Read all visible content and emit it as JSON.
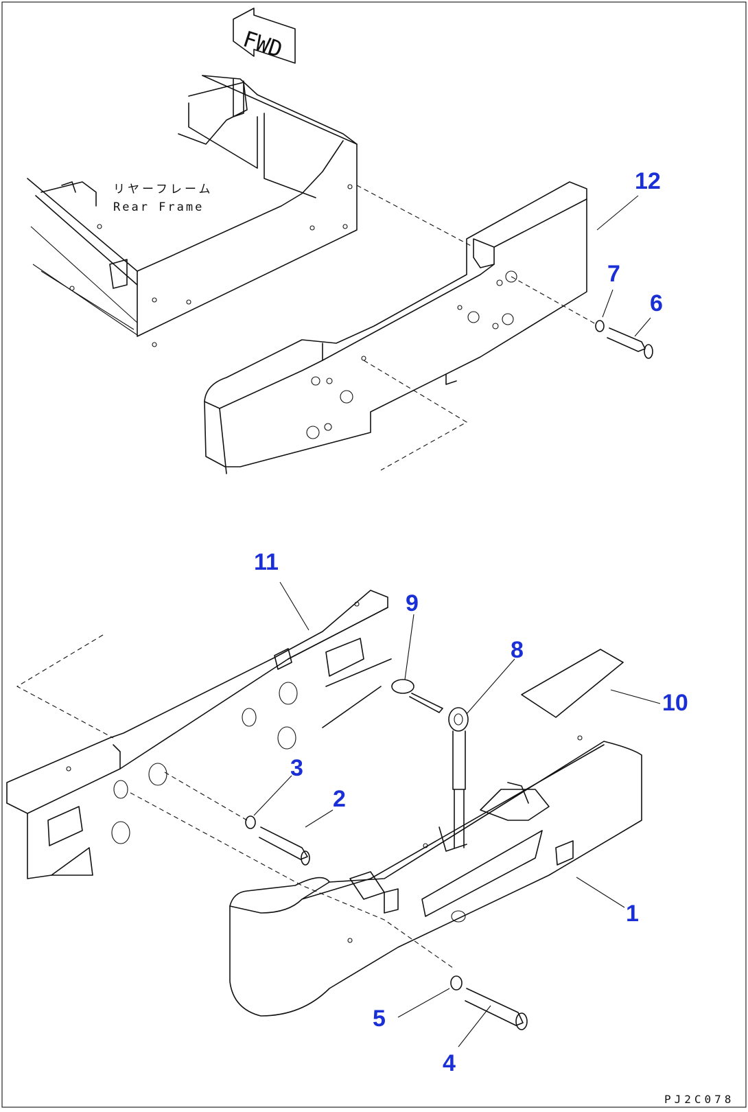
{
  "diagram": {
    "border_color": "#111111",
    "callout_color": "#1a2fd6",
    "direction_arrow": "FWD",
    "frame_label_jp": "リヤーフレーム",
    "frame_label_en": "Rear Frame",
    "drawing_code": "PJ2C078",
    "callouts": {
      "c1": "1",
      "c2": "2",
      "c3": "3",
      "c4": "4",
      "c5": "5",
      "c6": "6",
      "c7": "7",
      "c8": "8",
      "c9": "9",
      "c10": "10",
      "c11": "11",
      "c12": "12"
    }
  }
}
